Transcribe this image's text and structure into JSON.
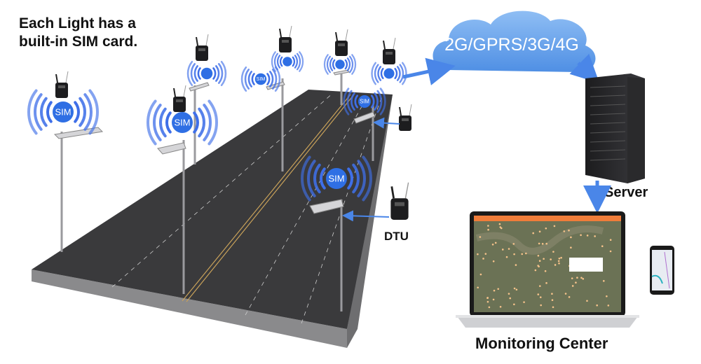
{
  "caption": {
    "line1": "Each Light has a",
    "line2": "built-in SIM card."
  },
  "sim_label": "SIM",
  "network_label": "2G/GPRS/3G/4G",
  "dtu_label": "DTU",
  "server_label": "Server",
  "monitoring_label": "Monitoring Center",
  "colors": {
    "signal": "#3f6fe8",
    "sim_badge": "#2f6fe4",
    "road": "#3a3a3c",
    "cloud": "#6fa6ea",
    "arrow": "#4a86e8",
    "map_header": "#f07d3a"
  }
}
